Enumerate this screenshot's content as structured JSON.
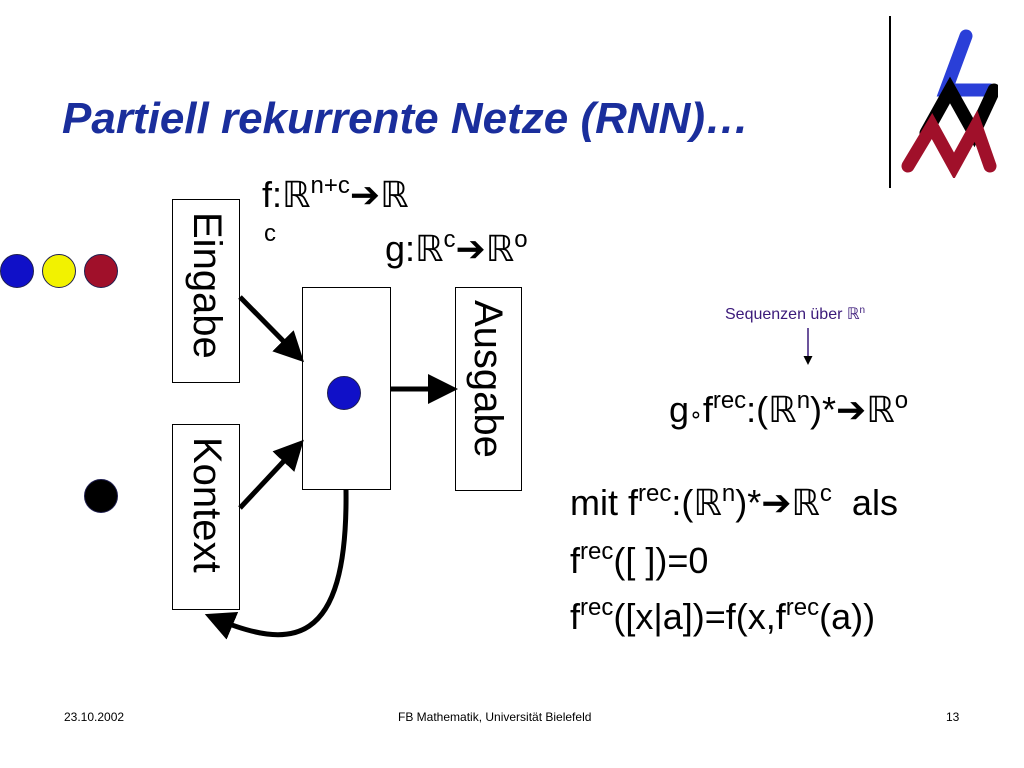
{
  "title": "Partiell rekurrente Netze (RNN)…",
  "colors": {
    "title": "#1a2e9c",
    "blue": "#1010c8",
    "yellow": "#f2f200",
    "red": "#a0102a",
    "black": "#000000",
    "note": "#3b1a7a"
  },
  "logo": {
    "icon": "university-logo-icon"
  },
  "diagram": {
    "input_label": "Eingabe",
    "context_label": "Kontext",
    "output_label": "Ausgabe",
    "formula_f": {
      "prefix": "f:",
      "set1": "ℝ",
      "exp1": "n+c",
      "arrow": "➔",
      "set2": "ℝ",
      "wrap": "c"
    },
    "formula_g": {
      "prefix": "g:",
      "set1": "ℝ",
      "exp1": "c",
      "arrow": "➔",
      "set2": "ℝ",
      "exp2": "o"
    }
  },
  "annotation": {
    "text": "Sequenzen über ",
    "set": "ℝ",
    "exp": "n"
  },
  "composition": {
    "g": "g",
    "circ": "∘",
    "f": "f",
    "rec": "rec",
    "colon": ":(",
    "set1": "ℝ",
    "exp1": "n",
    "close": ")*",
    "arrow": "➔",
    "set2": "ℝ",
    "exp2": "o"
  },
  "definition": {
    "line1": {
      "mit": "mit f",
      "rec": "rec",
      "colon": ":(",
      "set1": "ℝ",
      "exp1": "n",
      "close": ")*",
      "arrow": "➔",
      "set2": "ℝ",
      "exp2": "c",
      "als": "als"
    },
    "line2": {
      "f": "f",
      "rec": "rec",
      "rest": "([ ])=0"
    },
    "line3": {
      "f": "f",
      "rec": "rec",
      "mid": "([x|a])=f(x,f",
      "rec2": "rec",
      "end": "(a))"
    }
  },
  "footer": {
    "date": "23.10.2002",
    "center": "FB Mathematik, Universität Bielefeld",
    "page": "13"
  }
}
